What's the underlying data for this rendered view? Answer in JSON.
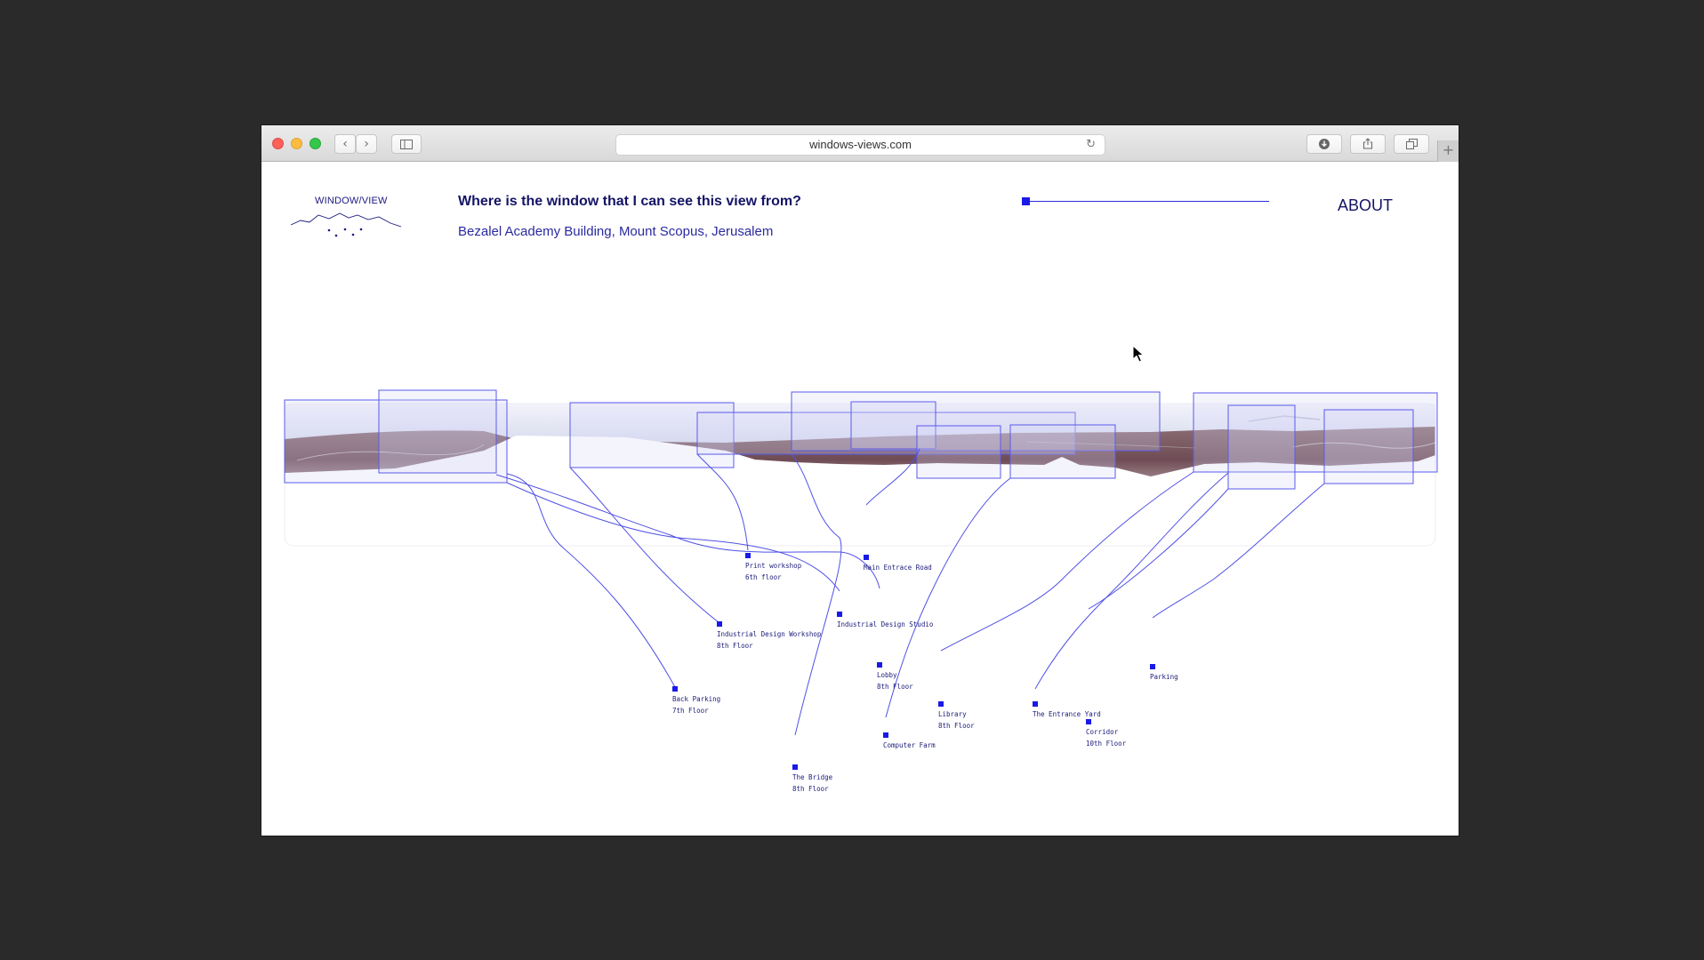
{
  "browser": {
    "url": "windows-views.com",
    "back_glyph": "‹",
    "forward_glyph": "›",
    "new_tab_glyph": "+",
    "reload_glyph": "↻",
    "icons": [
      "back-icon",
      "forward-icon",
      "sidebar-icon",
      "reload-icon",
      "download-icon",
      "share-icon",
      "tabs-icon"
    ]
  },
  "site": {
    "logo": "WINDOW/VIEW",
    "title": "Where is the window that I can see this view from?",
    "subtitle": "Bezalel Academy Building, Mount Scopus, Jerusalem",
    "about": "ABOUT"
  },
  "colors": {
    "accent": "#1a1ae6",
    "text": "#141466",
    "line": "#4a4ae8",
    "background": "#2a2a2a"
  },
  "slider_position": 0,
  "markers": [
    {
      "id": "print-workshop",
      "line1": "Print workshop",
      "line2": "6th floor"
    },
    {
      "id": "main-entrance-road",
      "line1": "Main Entrace Road",
      "line2": ""
    },
    {
      "id": "industrial-design-studio",
      "line1": "Industrial Design Studio",
      "line2": ""
    },
    {
      "id": "industrial-design-workshop",
      "line1": "Industrial Design Workshop",
      "line2": "8th Floor"
    },
    {
      "id": "lobby",
      "line1": "Lobby",
      "line2": "8th Floor"
    },
    {
      "id": "back-parking",
      "line1": "Back Parking",
      "line2": "7th Floor"
    },
    {
      "id": "library",
      "line1": "Library",
      "line2": "8th Floor"
    },
    {
      "id": "the-entrance-yard",
      "line1": "The Entrance Yard",
      "line2": ""
    },
    {
      "id": "parking",
      "line1": "Parking",
      "line2": ""
    },
    {
      "id": "corridor",
      "line1": "Corridor",
      "line2": "10th Floor"
    },
    {
      "id": "computer-farm",
      "line1": "Computer Farm",
      "line2": ""
    },
    {
      "id": "the-bridge",
      "line1": "The Bridge",
      "line2": "8th Floor"
    }
  ]
}
